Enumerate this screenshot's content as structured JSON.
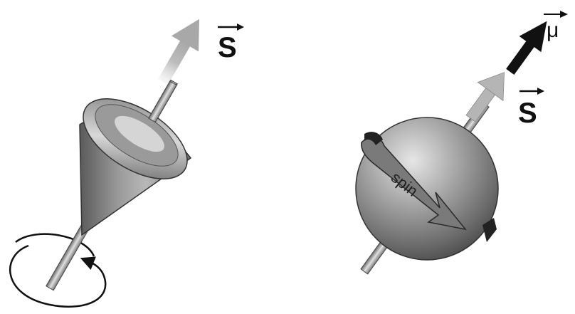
{
  "top": {
    "spin_vector_label": "S"
  },
  "electron": {
    "spin_label": "spin",
    "magnetic_moment_label": "μ",
    "spin_vector_label": "S"
  },
  "colors": {
    "body_gray": "#8a8a8a",
    "arrow_light_gray": "#b5b5b5",
    "arrow_dark": "#111111",
    "outline": "#1a1a1a"
  }
}
